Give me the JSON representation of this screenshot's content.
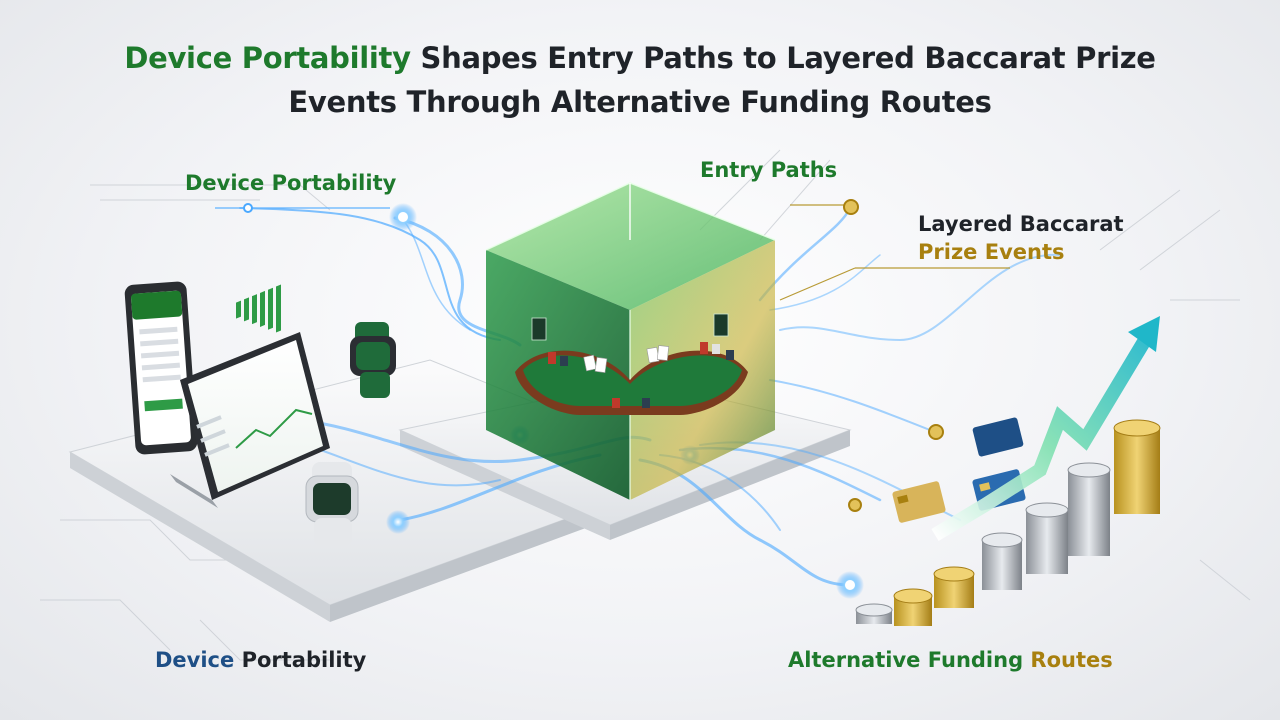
{
  "title": {
    "highlight": "Device Portability",
    "rest_line1": " Shapes Entry Paths to Layered Baccarat Prize",
    "line2": "Events Through Alternative Funding Routes"
  },
  "labels": {
    "device_portability_top": "Device Portability",
    "entry_paths": "Entry Paths",
    "layered_line1": "Layered Baccarat",
    "layered_line2": "Prize Events",
    "device_portability_bottom_a": "Device",
    "device_portability_bottom_b": " Portability",
    "funding_a": "Alternative Funding ",
    "funding_b": "Routes"
  },
  "colors": {
    "green": "#1e7a2c",
    "gold": "#a8800f",
    "navy": "#1e4f86",
    "flow_blue": "#4aa8ff"
  },
  "icons": [
    "smartphone-icon",
    "tablet-icon",
    "smartwatch-icon",
    "glass-cube-icon",
    "baccarat-table-icon",
    "credit-card-icon",
    "coin-stack-icon",
    "growth-arrow-icon"
  ]
}
